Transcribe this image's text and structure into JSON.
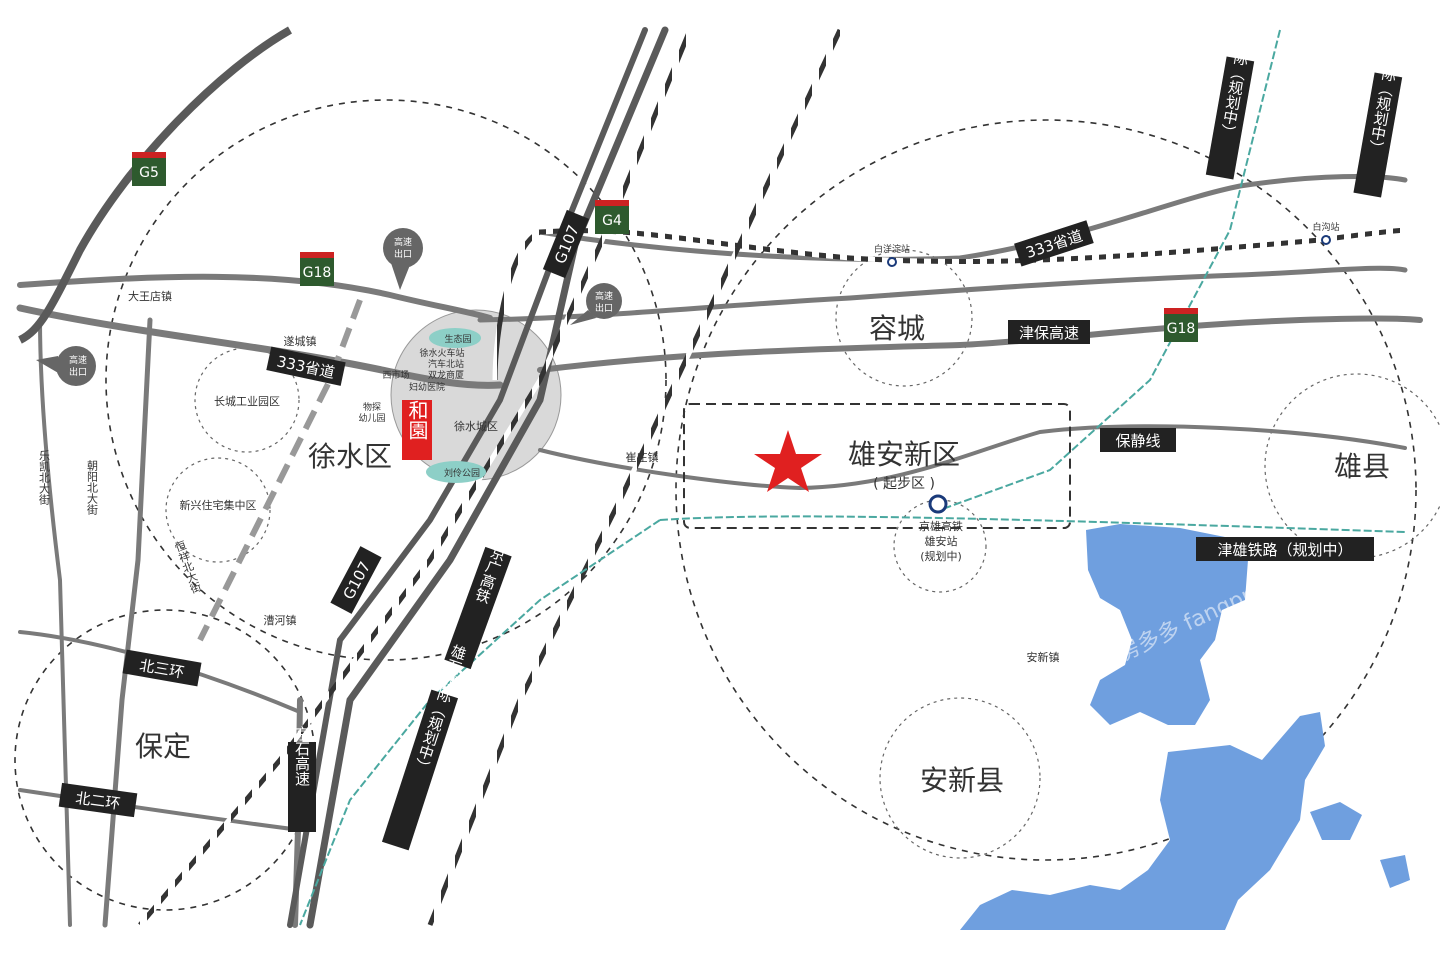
{
  "map": {
    "project_label": "和園",
    "districts": {
      "xushui": "徐水区",
      "rongcheng": "容城",
      "xiongan": "雄安新区",
      "qibuqu": "( 起步区 )",
      "xiongxian": "雄县",
      "baoding": "保定",
      "anxin_county": "安新县"
    },
    "circle_areas": {
      "changcheng": "长城工业园区",
      "xinxing": "新兴住宅集中区"
    },
    "towns": {
      "dawangdian": "大王店镇",
      "suicheng": "遂城镇",
      "xushui_city": "徐水城区",
      "cuizhuang": "崔庄镇",
      "caohe": "漕河镇",
      "anxin_town": "安新镇"
    },
    "streets": {
      "lekai": "乐凯北大街",
      "chaoyang": "朝阳北大街",
      "hengxiang": "恒祥北大街"
    },
    "poi": {
      "ecopark": "生态园",
      "xushui_station": "徐水火车站",
      "bus_north": "汽车北站",
      "shuanglong": "双龙商厦",
      "xishichang": "西市场",
      "fuyou": "妇幼医院",
      "wutan": "物探",
      "kindergarten": "幼儿园",
      "liuling_park": "刘伶公园",
      "baiyangdian_station": "白洋淀站",
      "baigou_station": "白沟站",
      "xiongan_station_1": "京雄高铁",
      "xiongan_station_2": "雄安站",
      "xiongan_station_3": "(规划中)"
    },
    "exits": [
      "高速出口",
      "高速出口",
      "高速出口"
    ],
    "highway_shields": {
      "g5": "G5",
      "g18_west": "G18",
      "g4": "G4",
      "g18_east": "G18"
    },
    "road_labels": {
      "provincial_333_west": "333省道",
      "provincial_333_east": "333省道",
      "jinbao": "津保高速",
      "baojing": "保静线",
      "g107_north": "G107",
      "g107_south": "G107",
      "north_third_ring": "北三环",
      "north_second_ring": "北二环",
      "jinxiong_rail": "津雄铁路（规划中）"
    },
    "vertical_labels": {
      "jingguang_hsr": "京广高铁",
      "jingshi_expressway": "京石高速",
      "xiongshi_intercity": "雄石城际（规划中）",
      "jingshi_intercity": "京石城际（规划中）",
      "gubao_intercity": "固保城际（规划中）"
    },
    "watermark": "房多多 fangpp",
    "colors": {
      "road": "#7a7a7a",
      "highway": "#5a5a5a",
      "lake": "#6f9fdf",
      "project": "#e02020",
      "star": "#e02020",
      "shield_green": "#2e5a2e",
      "shield_red": "#cc2222",
      "label_bg": "#222222",
      "intercity": "#4aa8a0"
    }
  }
}
